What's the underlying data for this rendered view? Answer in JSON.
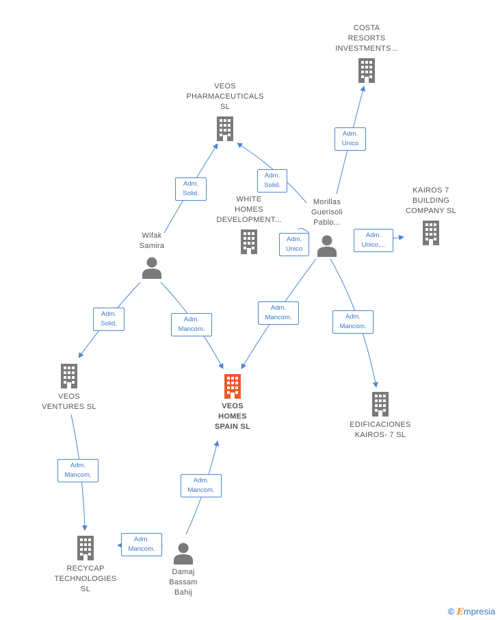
{
  "colors": {
    "edge": "#4a86d0",
    "building": "#7a7a7a",
    "main_building": "#f05a28",
    "person": "#7a7a7a"
  },
  "companies": {
    "costa": [
      "COSTA",
      "RESORTS",
      "INVESTMENTS..."
    ],
    "veos_pharma": [
      "VEOS",
      "PHARMACEUTICALS",
      "SL"
    ],
    "white_homes": [
      "WHITE",
      "HOMES",
      "DEVELOPMENT..."
    ],
    "kairos_building": [
      "KAIROS 7",
      "BUILDING",
      "COMPANY  SL"
    ],
    "veos_homes": [
      "VEOS",
      "HOMES",
      "SPAIN  SL"
    ],
    "veos_ventures": [
      "VEOS",
      "VENTURES  SL"
    ],
    "edificaciones": [
      "EDIFICACIONES",
      "KAIROS- 7  SL"
    ],
    "recycap": [
      "RECYCAP",
      "TECHNOLOGIES",
      "SL"
    ]
  },
  "people": {
    "wifak": [
      "Wifak",
      "Samira"
    ],
    "morillas": [
      "Morillas",
      "Guerisoli",
      "Pablo..."
    ],
    "damaj": [
      "Damaj",
      "Bassam",
      "Bahij"
    ]
  },
  "roles": {
    "r1": [
      "Adm.",
      "Unico"
    ],
    "r2": [
      "Adm.",
      "Solid."
    ],
    "r3": [
      "Adm.",
      "Solid."
    ],
    "r4": [
      "Adm.",
      "Unico"
    ],
    "r5": [
      "Adm.",
      "Unico,..."
    ],
    "r6": [
      "Adm.",
      "Solid."
    ],
    "r7": [
      "Adm.",
      "Mancom."
    ],
    "r8": [
      "Adm.",
      "Mancom."
    ],
    "r9": [
      "Adm.",
      "Mancom."
    ],
    "r10": [
      "Adm.",
      "Mancom."
    ],
    "r11": [
      "Adm.",
      "Mancom."
    ],
    "r12": [
      "Adm.",
      "Mancom."
    ]
  },
  "brand": {
    "copyright": "©",
    "initial": "E",
    "rest": "mpresia"
  }
}
